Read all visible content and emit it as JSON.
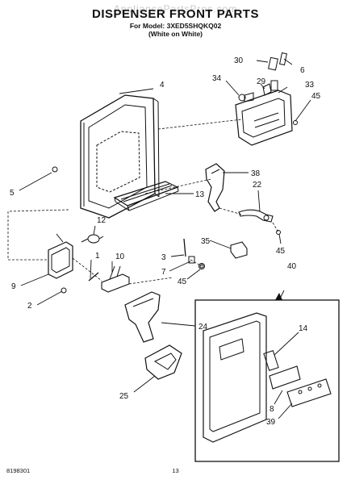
{
  "watermark": "AppliancePartsPros.com",
  "title": "DISPENSER FRONT PARTS",
  "subtitle_line1": "For Model: 3XED5SHQKQ02",
  "subtitle_line2": "(White on White)",
  "footer_left": "8198301",
  "footer_page": "13",
  "callouts": {
    "c1": "1",
    "c2": "2",
    "c3": "3",
    "c4": "4",
    "c5": "5",
    "c6": "6",
    "c7": "7",
    "c8": "8",
    "c9": "9",
    "c10": "10",
    "c12": "12",
    "c13": "13",
    "c14": "14",
    "c22": "22",
    "c24": "24",
    "c25": "25",
    "c29": "29",
    "c30": "30",
    "c33": "33",
    "c34": "34",
    "c35": "35",
    "c38": "38",
    "c39": "39",
    "c40": "40",
    "c45a": "45",
    "c45b": "45",
    "c45c": "45"
  }
}
